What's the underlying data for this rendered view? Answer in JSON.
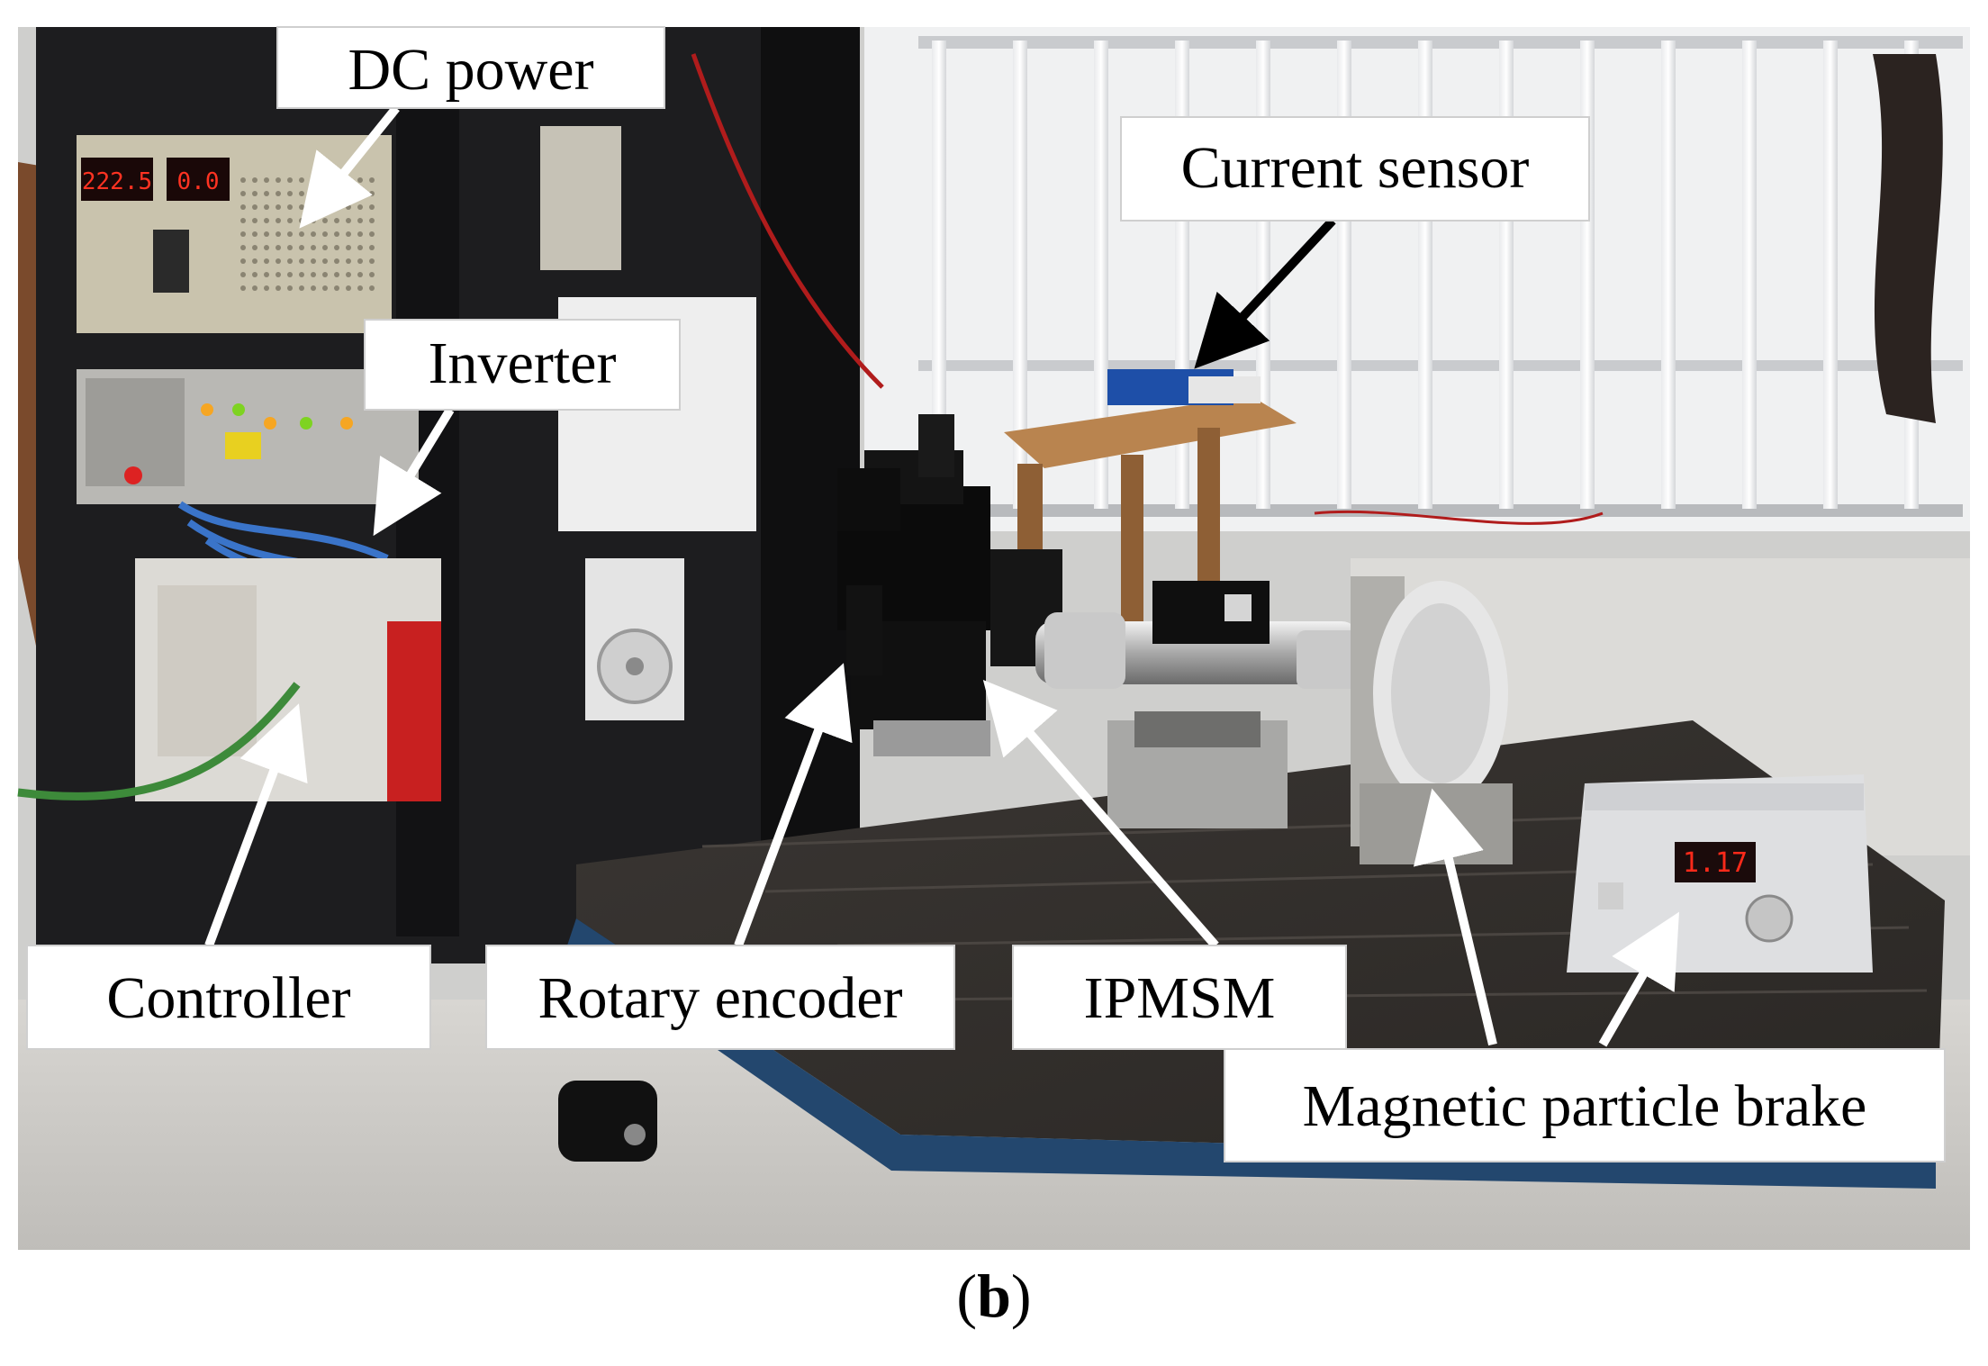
{
  "figure": {
    "caption": "(b)",
    "caption_letter": "b",
    "photo_labels": {
      "dc_power": "DC power",
      "inverter": "Inverter",
      "current_sensor": "Current sensor",
      "controller": "Controller",
      "rotary_encoder": "Rotary encoder",
      "ipmsm": "IPMSM",
      "brake": "Magnetic particle brake"
    },
    "displays": {
      "power_voltage": "222.5",
      "power_current": "0.0",
      "brake_readout": "1.17"
    }
  }
}
